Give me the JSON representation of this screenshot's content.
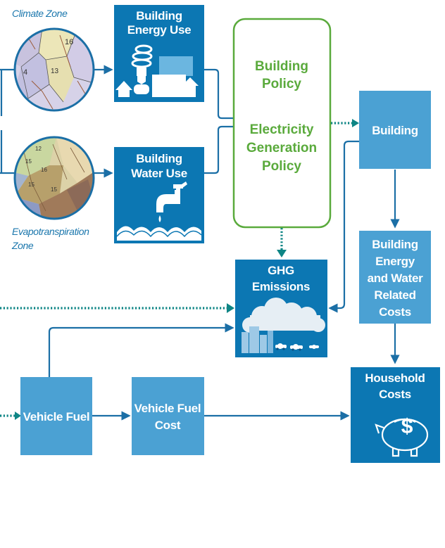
{
  "labels": {
    "climate_zone": "Climate Zone",
    "evapo_line1": "Evapotranspiration",
    "evapo_line2": "Zone"
  },
  "boxes": {
    "building_energy_use": [
      "Building",
      "Energy Use"
    ],
    "building_water_use": [
      "Building",
      "Water Use"
    ],
    "policy_building": [
      "Building",
      "Policy"
    ],
    "policy_electricity": [
      "Electricity",
      "Generation",
      "Policy"
    ],
    "building": [
      "Building"
    ],
    "building_costs": [
      "Building",
      "Energy",
      "and Water",
      "Related",
      "Costs"
    ],
    "ghg": [
      "GHG",
      "Emissions"
    ],
    "household_costs": [
      "Household",
      "Costs"
    ],
    "vehicle_fuel": [
      "Vehicle Fuel"
    ],
    "vehicle_fuel_cost": [
      "Vehicle Fuel",
      "Cost"
    ]
  },
  "map_numbers": {
    "climate": [
      "16",
      "4",
      "13"
    ],
    "evapo": [
      "12",
      "15",
      "16",
      "15",
      "15"
    ]
  },
  "icons": {
    "piggy_symbol": "$"
  },
  "colors": {
    "dark_blue": "#0c77b3",
    "light_blue": "#4ba1d3",
    "green": "#5aaa3c",
    "arrow": "#1b6fa6"
  }
}
